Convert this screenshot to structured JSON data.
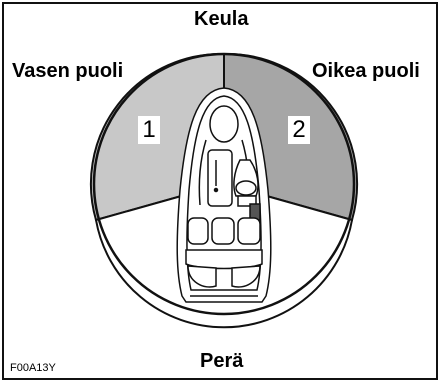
{
  "labels": {
    "bow": "Keula",
    "stern": "Perä",
    "left_side": "Vasen puoli",
    "right_side": "Oikea puoli"
  },
  "sectors": {
    "left_number": "1",
    "right_number": "2"
  },
  "figure_code": "F00A13Y",
  "colors": {
    "left_sector": "#c8c8c8",
    "right_sector": "#a6a6a6",
    "bottom_sector": "#ffffff",
    "outline": "#111111"
  }
}
